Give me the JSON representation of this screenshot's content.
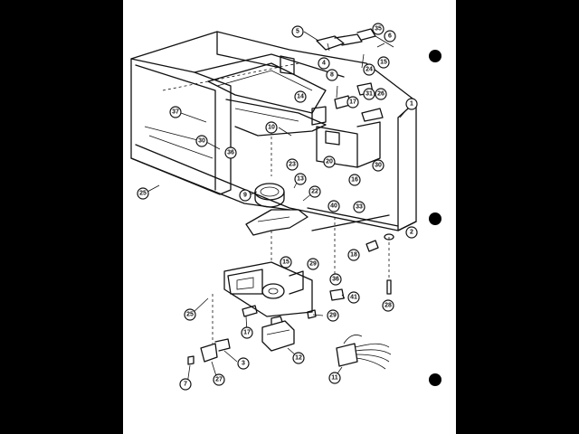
{
  "callouts": [
    {
      "label": "5"
    },
    {
      "label": "35"
    },
    {
      "label": "6"
    },
    {
      "label": "4"
    },
    {
      "label": "15"
    },
    {
      "label": "24"
    },
    {
      "label": "8"
    },
    {
      "label": "17"
    },
    {
      "label": "14"
    },
    {
      "label": "31"
    },
    {
      "label": "26"
    },
    {
      "label": "1"
    },
    {
      "label": "37"
    },
    {
      "label": "30"
    },
    {
      "label": "10"
    },
    {
      "label": "36"
    },
    {
      "label": "20"
    },
    {
      "label": "30"
    },
    {
      "label": "16"
    },
    {
      "label": "23"
    },
    {
      "label": "13"
    },
    {
      "label": "25"
    },
    {
      "label": "9"
    },
    {
      "label": "22"
    },
    {
      "label": "40"
    },
    {
      "label": "33"
    },
    {
      "label": "2"
    },
    {
      "label": "18"
    },
    {
      "label": "15"
    },
    {
      "label": "29"
    },
    {
      "label": "36"
    },
    {
      "label": "41"
    },
    {
      "label": "28"
    },
    {
      "label": "25"
    },
    {
      "label": "29"
    },
    {
      "label": "17"
    },
    {
      "label": "12"
    },
    {
      "label": "3"
    },
    {
      "label": "7"
    },
    {
      "label": "27"
    },
    {
      "label": "11"
    }
  ]
}
